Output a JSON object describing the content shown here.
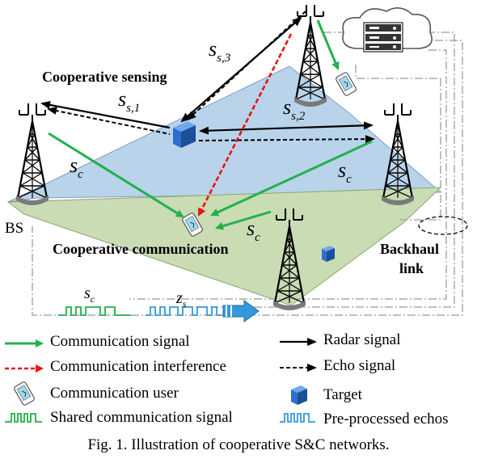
{
  "labels": {
    "cooperative_sensing": "Cooperative sensing",
    "cooperative_communication": "Cooperative communication",
    "bs": "BS",
    "backhaul_link_1": "Backhaul",
    "backhaul_link_2": "link"
  },
  "symbols": {
    "ss3_main": "s",
    "ss3_sub": "s,3",
    "ss1_main": "s",
    "ss1_sub": "s,1",
    "ss2_main": "s",
    "ss2_sub": "s,2",
    "sc_left_main": "s",
    "sc_left_sub": "c",
    "sc_right_main": "s",
    "sc_right_sub": "c",
    "sc_bottom_main": "s",
    "sc_bottom_sub": "c",
    "sc_wave_main": "s",
    "sc_wave_sub": "c",
    "zs_wave_main": "z",
    "zs_wave_sub": "s"
  },
  "legend": [
    {
      "id": "communication-signal",
      "label": "Communication signal"
    },
    {
      "id": "communication-interference",
      "label": "Communication interference"
    },
    {
      "id": "communication-user",
      "label": "Communication user"
    },
    {
      "id": "shared-communication-signal",
      "label": "Shared communication signal"
    },
    {
      "id": "radar-signal",
      "label": "Radar signal"
    },
    {
      "id": "echo-signal",
      "label": "Echo signal"
    },
    {
      "id": "target",
      "label": "Target"
    },
    {
      "id": "pre-processed-echos",
      "label": "Pre-processed echos"
    }
  ],
  "caption": "Fig. 1.  Illustration of cooperative S&C networks.",
  "colors": {
    "sensing_area": "#b9d3ea",
    "communication_area": "#c9dcb4",
    "communication_signal": "#22b14c",
    "interference": "#ee1111",
    "target": "#2e6fce",
    "pre_processed": "#3399dd",
    "backhaul": "#aaaaaa"
  }
}
